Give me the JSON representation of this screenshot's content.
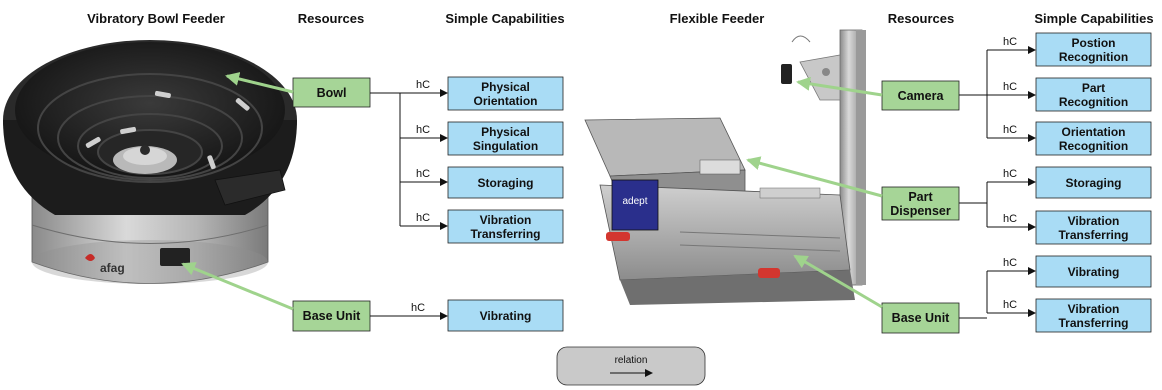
{
  "headers": {
    "left_machine": "Vibratory Bowl Feeder",
    "left_resources": "Resources",
    "left_capabilities": "Simple Capabilities",
    "right_machine": "Flexible Feeder",
    "right_resources": "Resources",
    "right_capabilities": "Simple Capabilities"
  },
  "edge_label": "hC",
  "resources": {
    "bowl": "Bowl",
    "base_unit_left": "Base Unit",
    "camera": "Camera",
    "part_dispenser": [
      "Part",
      "Dispenser"
    ],
    "base_unit_right": "Base Unit"
  },
  "capabilities": {
    "physical_orientation": [
      "Physical",
      "Orientation"
    ],
    "physical_singulation": [
      "Physical",
      "Singulation"
    ],
    "storaging_left": [
      "Storaging"
    ],
    "vibration_transferring_left": [
      "Vibration",
      "Transferring"
    ],
    "vibrating_left": [
      "Vibrating"
    ],
    "position_recognition": [
      "Postion",
      "Recognition"
    ],
    "part_recognition": [
      "Part",
      "Recognition"
    ],
    "orientation_recognition": [
      "Orientation",
      "Recognition"
    ],
    "storaging_right": [
      "Storaging"
    ],
    "vibration_transferring_right1": [
      "Vibration",
      "Transferring"
    ],
    "vibrating_right": [
      "Vibrating"
    ],
    "vibration_transferring_right2": [
      "Vibration",
      "Transferring"
    ]
  },
  "photo_labels": {
    "bowl_feeder_brand": "afag",
    "flexible_feeder_brand": "adept"
  },
  "legend": {
    "label": "relation"
  },
  "colors": {
    "resource_fill": "#a6d597",
    "capability_fill": "#a9dcf5",
    "pointer_arrow": "#9fd38c",
    "legend_fill": "#c9c9c9"
  }
}
